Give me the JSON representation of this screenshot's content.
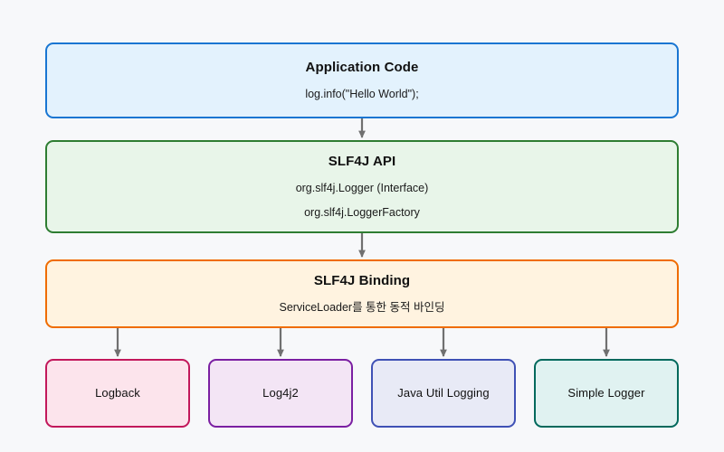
{
  "diagram": {
    "background_color": "#f7f8fa",
    "edge_color": "#707070",
    "layers": [
      {
        "id": "application-code",
        "title": "Application Code",
        "lines": [
          "log.info(\"Hello World\");"
        ],
        "fill": "#e3f2fd",
        "stroke": "#1976d2"
      },
      {
        "id": "slf4j-api",
        "title": "SLF4J API",
        "lines": [
          "org.slf4j.Logger (Interface)",
          "org.slf4j.LoggerFactory"
        ],
        "fill": "#e8f5e9",
        "stroke": "#2e7d32"
      },
      {
        "id": "slf4j-binding",
        "title": "SLF4J Binding",
        "lines": [
          "ServiceLoader를 통한 동적 바인딩"
        ],
        "fill": "#fff3e0",
        "stroke": "#ef6c00"
      }
    ],
    "implementations": [
      {
        "id": "logback",
        "title": "Logback",
        "fill": "#fce4ec",
        "stroke": "#c2185b"
      },
      {
        "id": "log4j2",
        "title": "Log4j2",
        "fill": "#f3e5f5",
        "stroke": "#7b1fa2"
      },
      {
        "id": "jul",
        "title": "Java Util Logging",
        "fill": "#e8eaf6",
        "stroke": "#3f51b5"
      },
      {
        "id": "simple",
        "title": "Simple Logger",
        "fill": "#e0f2f1",
        "stroke": "#00695c"
      }
    ]
  }
}
